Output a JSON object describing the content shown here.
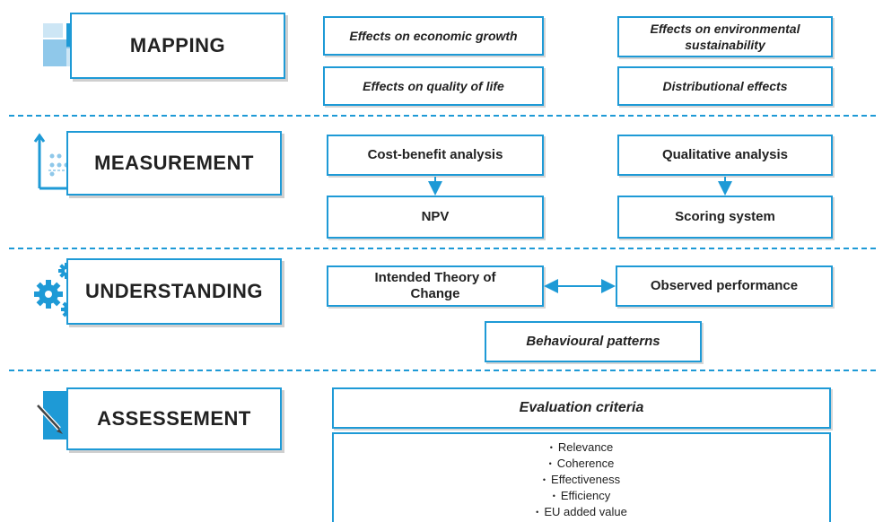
{
  "stages": {
    "mapping": "MAPPING",
    "measurement": "MEASUREMENT",
    "understanding": "UNDERSTANDING",
    "assessment": "ASSESSEMENT"
  },
  "mapping": {
    "economic_growth": "Effects on economic growth",
    "environmental_sustainability": "Effects on environmental sustainability",
    "quality_of_life": "Effects on quality of life",
    "distributional": "Distributional effects"
  },
  "measurement": {
    "cost_benefit": "Cost-benefit analysis",
    "npv": "NPV",
    "qualitative": "Qualitative analysis",
    "scoring": "Scoring system"
  },
  "understanding": {
    "theory_of_change": "Intended Theory of Change",
    "observed_performance": "Observed performance",
    "behavioural_patterns": "Behavioural patterns"
  },
  "assessment": {
    "criteria_title": "Evaluation criteria",
    "criteria": [
      "Relevance",
      "Coherence",
      "Effectiveness",
      "Efficiency",
      "EU added value"
    ]
  },
  "colors": {
    "accent": "#1e9ad6",
    "icon_light": "#8fc8ea"
  }
}
